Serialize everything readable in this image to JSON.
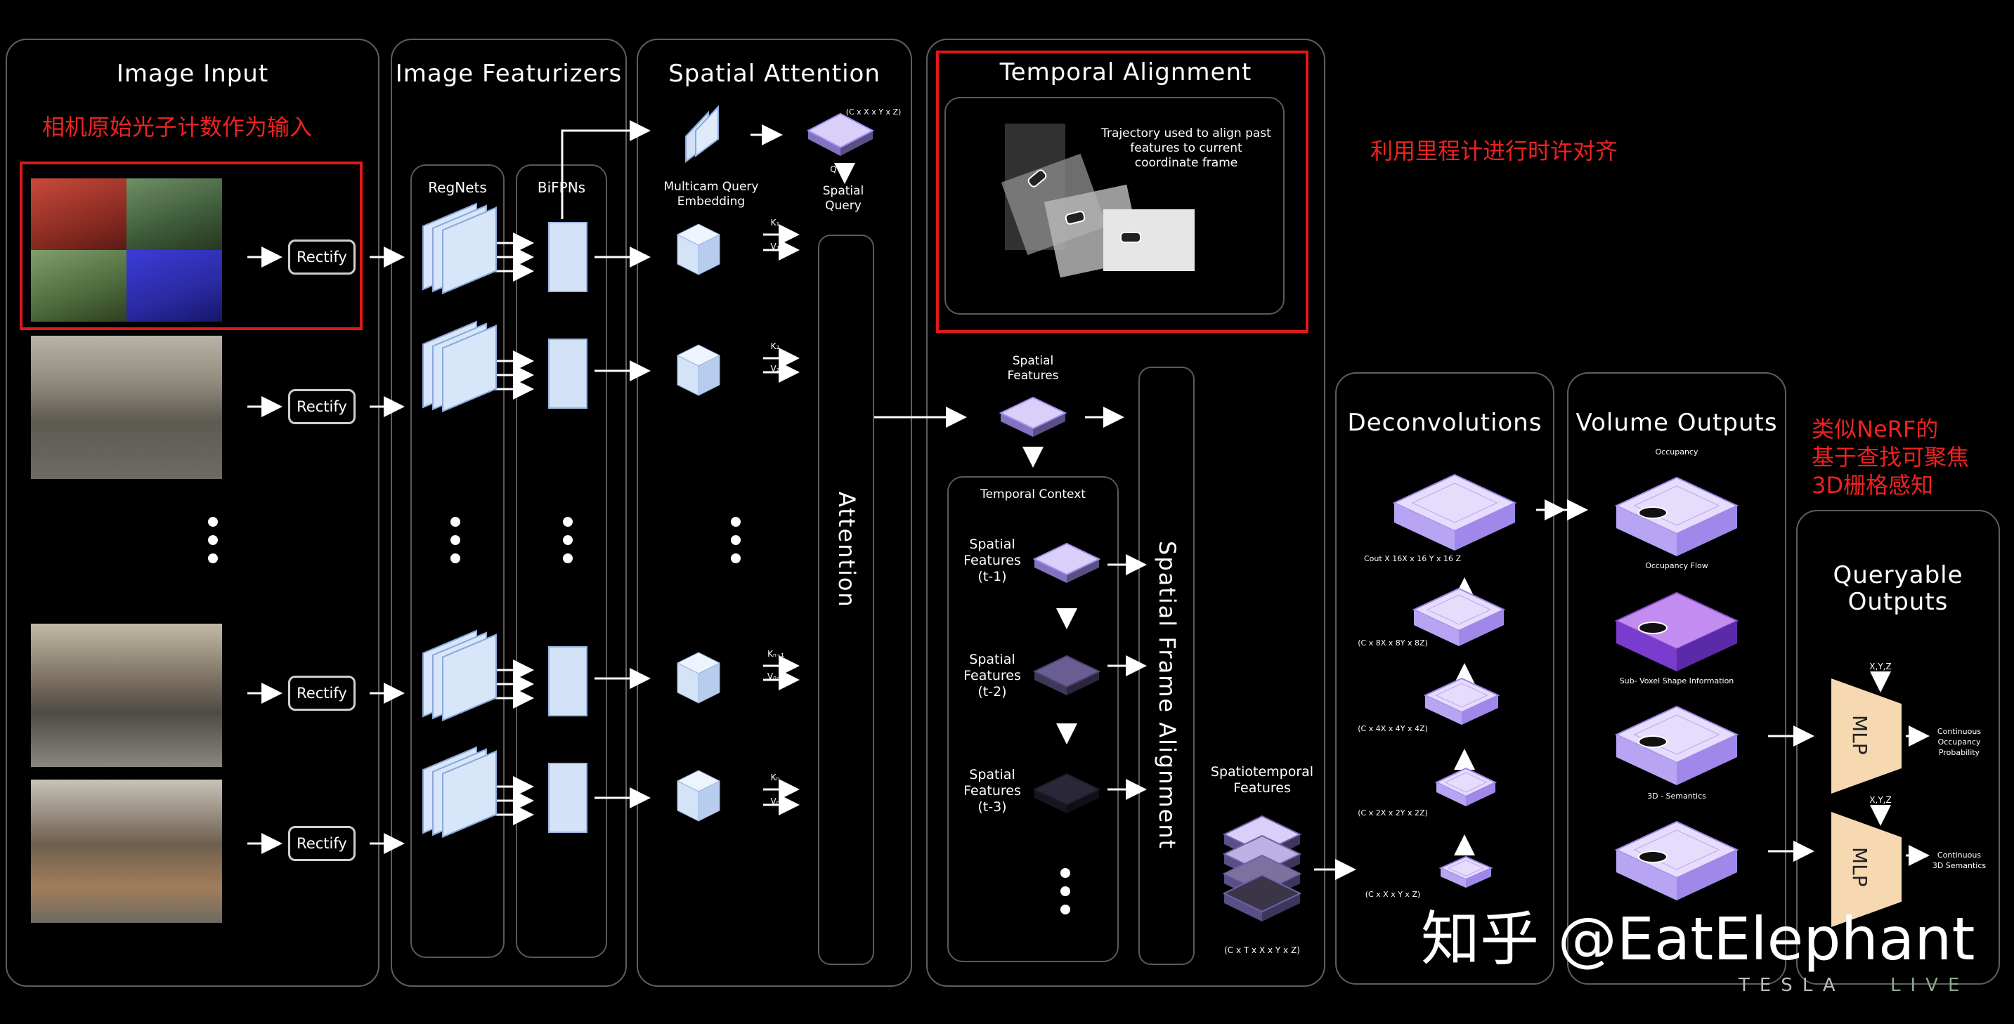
{
  "panels": {
    "image_input": "Image Input",
    "image_featurizers": "Image Featurizers",
    "spatial_attention": "Spatial Attention",
    "temporal_alignment": "Temporal Alignment",
    "deconvolutions": "Deconvolutions",
    "volume_outputs": "Volume Outputs",
    "queryable_outputs": "Queryable Outputs"
  },
  "annotations": {
    "photon_input": "相机原始光子计数作为输入",
    "odometry": "利用里程计进行时许对齐",
    "nerf_line1": "类似NeRF的",
    "nerf_line2": "基于查找可聚焦",
    "nerf_line3": "3D栅格感知"
  },
  "image_input": {
    "rectify_label": "Rectify"
  },
  "featurizers": {
    "regnets": "RegNets",
    "bifpns": "BiFPNs"
  },
  "spatial_attention": {
    "query_embedding": "Multicam Query Embedding",
    "query_dims": "(C x X x Y x Z)",
    "q": "Q",
    "spatial_query": "Spatial Query",
    "attention": "Attention",
    "kv": [
      {
        "k": "K₁",
        "v": "V₁"
      },
      {
        "k": "K₂",
        "v": "V₂"
      },
      {
        "k": "Kₙ₋₁",
        "v": "Vₙ₋₁"
      },
      {
        "k": "Kₙ",
        "v": "Vₙ"
      }
    ]
  },
  "temporal": {
    "trajectory": "Trajectory used to align past features to current coordinate frame",
    "spatial_features": "Spatial Features",
    "temporal_context": "Temporal Context",
    "t1": "Spatial Features (t-1)",
    "t2": "Spatial Features (t-2)",
    "t3": "Spatial Features (t-3)",
    "frame_alignment": "Spatial Frame Alignment",
    "spatiotemporal": "Spatiotemporal Features",
    "st_dims": "(C x T x X x Y x Z)"
  },
  "deconv": {
    "dims": [
      "Cout X 16X x 16 Y x 16 Z",
      "(C x 8X x 8Y x 8Z)",
      "(C x 4X x 4Y x 4Z)",
      "(C x 2X x 2Y x 2Z)",
      "(C x X x Y x Z)"
    ]
  },
  "volume": {
    "occupancy": "Occupancy",
    "occupancy_flow": "Occupancy Flow",
    "subvoxel": "Sub- Voxel Shape Information",
    "semantics": "3D - Semantics"
  },
  "queryable": {
    "xyz": "X,Y,Z",
    "mlp": "MLP",
    "out1": "Continuous Occupancy Probability",
    "out2": "Continuous 3D Semantics"
  },
  "watermark": "知乎 @EatElephant",
  "brand": {
    "tesla": "TESLA",
    "live": "LIVE"
  },
  "colors": {
    "red": "#e01818",
    "purple": "#a38ff0",
    "mlp": "#f6d9b1",
    "feature": "#d2e2f7"
  }
}
